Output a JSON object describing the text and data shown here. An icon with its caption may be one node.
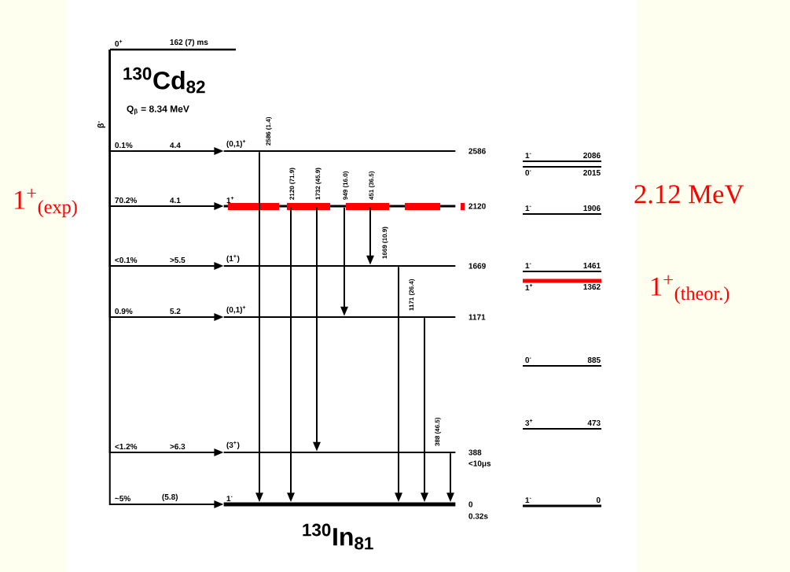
{
  "diagram": {
    "nodes": [
      {
        "text": [
          "0$^{+}$",
          "162 (7) ms"
        ]
      },
      {
        "text": [
          "(0,1)$^{+}$",
          "2586"
        ]
      },
      {
        "text": [
          "1$^{+}$",
          "2120"
        ]
      },
      {
        "text": [
          "(1$^{+}$)",
          "1669"
        ]
      },
      {
        "text": [
          "(0,1)$^{+}$",
          "1171"
        ]
      },
      {
        "text": [
          "(3$^{+}$)",
          "388"
        ],
        "beside": [
          "<10μs"
        ]
      },
      {
        "text": [
          "1$^{-}$",
          "0"
        ],
        "beside": [
          "0.32s"
        ]
      },
      {
        "text": [
          "1$^{-}$",
          "2086"
        ]
      },
      {
        "text": [
          "0$^{-}$",
          "2015"
        ]
      },
      {
        "text": [
          "1$^{-}$",
          "1906"
        ]
      },
      {
        "text": [
          "1$^{-}$",
          "1461"
        ]
      },
      {
        "text": [
          "1$^{+}$",
          "1362"
        ]
      },
      {
        "text": [
          "0$^{-}$",
          "885"
        ]
      },
      {
        "text": [
          "3$^{+}$",
          "473"
        ]
      },
      {
        "text": [
          "1$^{-}$",
          "0"
        ]
      }
    ],
    "edges": [
      {
        "from": 0,
        "to": 1,
        "arrow": "to",
        "label": "0.1%"
      },
      {
        "from": 0,
        "to": 2,
        "arrow": "to",
        "label": "70.2%"
      },
      {
        "from": 0,
        "to": 3,
        "arrow": "to",
        "label": "<0.1%"
      },
      {
        "from": 0,
        "to": 4,
        "arrow": "to",
        "label": "0.9%"
      },
      {
        "from": 0,
        "to": 5,
        "arrow": "to",
        "label": "<1.2%"
      },
      {
        "from": 0,
        "to": 6,
        "arrow": "to",
        "label": "~5%"
      },
      {
        "from": 1,
        "to": 6,
        "arrow": "to",
        "label": "2586 (1.4)"
      },
      {
        "from": 2,
        "to": 6,
        "arrow": "to",
        "label": "2120 (71.9)"
      },
      {
        "from": 2,
        "to": 5,
        "arrow": "to",
        "label": "1732 (45.9)"
      },
      {
        "from": 2,
        "to": 4,
        "arrow": "to",
        "label": "949 (16.0)"
      },
      {
        "from": 2,
        "to": 3,
        "arrow": "to",
        "label": "451 (36.5)"
      },
      {
        "from": 3,
        "to": 6,
        "arrow": "to",
        "label": "1669 (10.9)"
      },
      {
        "from": 4,
        "to": 6,
        "arrow": "to",
        "label": "1171 (26.4)"
      },
      {
        "from": 5,
        "to": 6,
        "arrow": "to",
        "label": "388 (46.5)"
      }
    ],
    "labels": [
      "$^{130}$Cd$_{82}$",
      "Q$_{β}$ = 8.34 MeV",
      "β$^{-}$",
      "4.4",
      "4.1",
      ">5.5",
      "5.2",
      ">6.3",
      "(5.8)",
      "$^{130}$In$_{81}$",
      "1$^{+}$$_{(exp)}$",
      "2.12 MeV",
      "1$^{+}$$_{(theor.)}$"
    ]
  }
}
